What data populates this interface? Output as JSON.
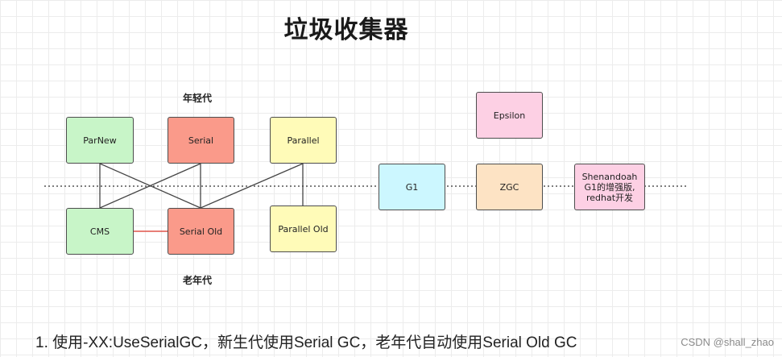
{
  "title": "垃圾收集器",
  "labels": {
    "young": "年轻代",
    "old": "老年代"
  },
  "boxes": {
    "parnew": "ParNew",
    "serial": "Serial",
    "parallel": "Parallel",
    "cms": "CMS",
    "serial_old": "Serial Old",
    "parallel_old": "Parallel Old",
    "g1": "G1",
    "zgc": "ZGC",
    "epsilon": "Epsilon",
    "shenandoah": {
      "line1": "Shenandoah",
      "line2": "G1的增强版,",
      "line3": "redhat开发"
    }
  },
  "colors": {
    "green": "#c8f5c8",
    "red": "#fa9a8a",
    "yellow": "#fffbb8",
    "cyan": "#ccf7ff",
    "orange": "#fde3c4",
    "pink": "#fdd0e4",
    "cms_link": "#e0554a"
  },
  "footer": {
    "text": "1. 使用-XX:UseSerialGC，新生代使用Serial GC，老年代自动使用Serial Old GC",
    "watermark": "CSDN @shall_zhao"
  }
}
